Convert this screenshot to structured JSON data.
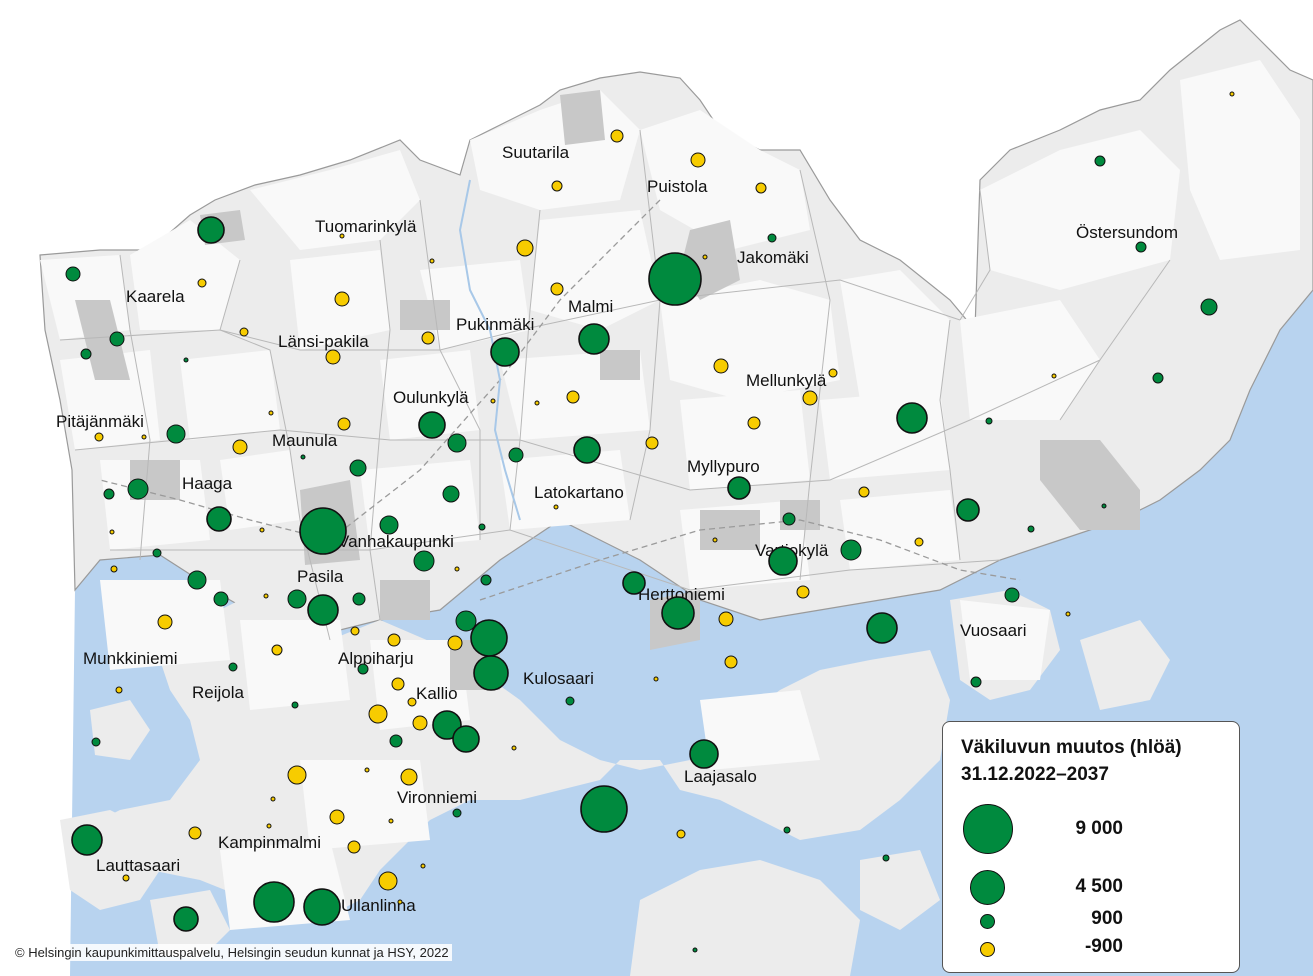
{
  "legend": {
    "title_line1": "Väkiluvun muutos (hlöä)",
    "title_line2": "31.12.2022–2037",
    "items": [
      {
        "label": "9 000",
        "value": 9000,
        "color": "#008a3e"
      },
      {
        "label": "4 500",
        "value": 4500,
        "color": "#008a3e"
      },
      {
        "label": "900",
        "value": 900,
        "color": "#008a3e"
      },
      {
        "label": "-900",
        "value": -900,
        "color": "#f7cc00"
      }
    ]
  },
  "credit": "© Helsingin kaupunkimittauspalvelu, Helsingin seudun kunnat ja HSY, 2022",
  "colors": {
    "sea": "#b8d3ef",
    "land": "#ececec",
    "district": "#f9f9f9",
    "built": "#c8c8c8",
    "growth": "#008a3e",
    "decline": "#f7cc00"
  },
  "districts": [
    {
      "name": "Suutarila"
    },
    {
      "name": "Puistola"
    },
    {
      "name": "Tuomarinkylä"
    },
    {
      "name": "Jakomäki"
    },
    {
      "name": "Östersundom"
    },
    {
      "name": "Kaarela"
    },
    {
      "name": "Malmi"
    },
    {
      "name": "Pukinmäki"
    },
    {
      "name": "Länsi-pakila"
    },
    {
      "name": "Mellunkylä"
    },
    {
      "name": "Oulunkylä"
    },
    {
      "name": "Pitäjänmäki"
    },
    {
      "name": "Maunula"
    },
    {
      "name": "Myllypuro"
    },
    {
      "name": "Latokartano"
    },
    {
      "name": "Haaga"
    },
    {
      "name": "Vanhakaupunki"
    },
    {
      "name": "Vartiokylä"
    },
    {
      "name": "Pasila"
    },
    {
      "name": "Herttoniemi"
    },
    {
      "name": "Vuosaari"
    },
    {
      "name": "Munkkiniemi"
    },
    {
      "name": "Alppiharju"
    },
    {
      "name": "Kulosaari"
    },
    {
      "name": "Reijola"
    },
    {
      "name": "Kallio"
    },
    {
      "name": "Laajasalo"
    },
    {
      "name": "Vironniemi"
    },
    {
      "name": "Kampinmalmi"
    },
    {
      "name": "Lauttasaari"
    },
    {
      "name": "Ullanlinna"
    }
  ]
}
